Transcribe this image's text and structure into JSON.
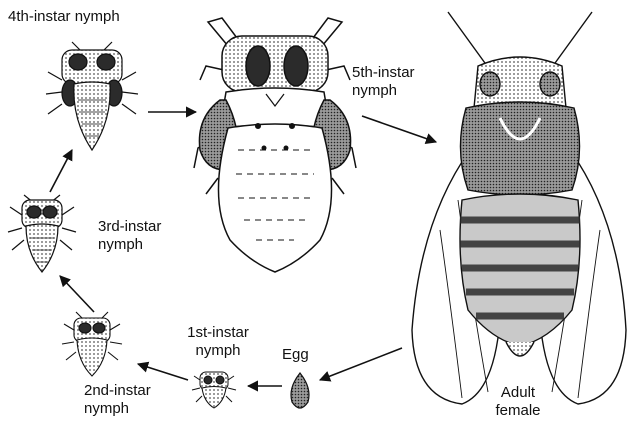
{
  "labels": {
    "egg": "Egg",
    "instar1_line1": "1st-instar",
    "instar1_line2": "nymph",
    "instar2_line1": "2nd-instar",
    "instar2_line2": "nymph",
    "instar3_line1": "3rd-instar",
    "instar3_line2": "nymph",
    "instar4": "4th-instar nymph",
    "instar5_line1": "5th-instar",
    "instar5_line2": "nymph",
    "adult_line1": "Adult",
    "adult_line2": "female"
  },
  "colors": {
    "ink": "#111111",
    "shade_dark": "#2b2b2b",
    "shade_mid": "#7a7a7a",
    "shade_light": "#c9c9c9",
    "paper": "#ffffff"
  }
}
